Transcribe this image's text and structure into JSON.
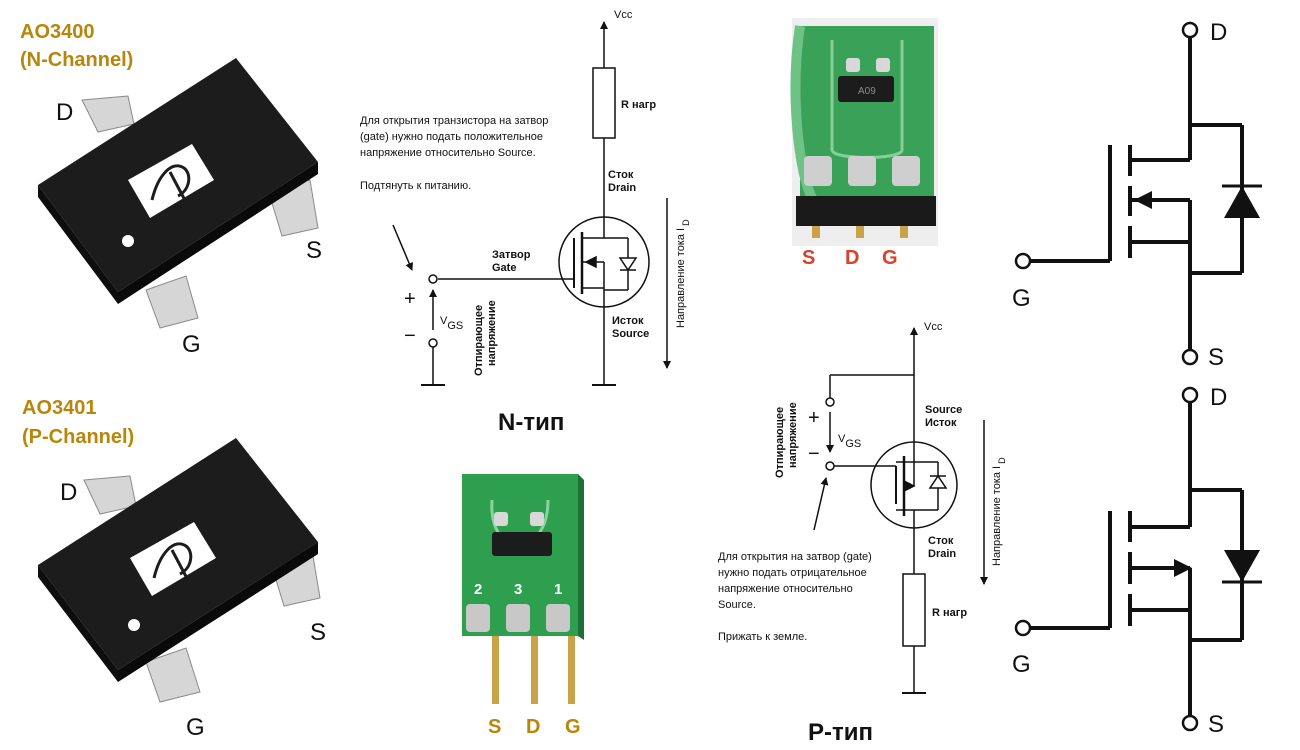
{
  "packages": {
    "n_title_line1": "AO3400",
    "n_title_line2": "(N-Channel)",
    "p_title_line1": "AO3401",
    "p_title_line2": "(P-Channel)",
    "pin_d": "D",
    "pin_s": "S",
    "pin_g": "G"
  },
  "n_circuit": {
    "vcc": "Vcc",
    "resistor": "R нагр",
    "note_line1": "Для открытия транзистора на затвор",
    "note_line2": "(gate) нужно подать положительное",
    "note_line3": "напряжение относительно Source.",
    "note_line4": "Подтянуть к питанию.",
    "drain_ru": "Сток",
    "drain_en": "Drain",
    "gate_ru": "Затвор",
    "gate_en": "Gate",
    "source_ru": "Исток",
    "source_en": "Source",
    "current_dir": "Направление тока I",
    "current_sub": "D",
    "plus": "+",
    "minus": "−",
    "vgs": "V",
    "vgs_sub": "GS",
    "unlock_line1": "Отпирающее",
    "unlock_line2": "напряжение",
    "type_label": "N-тип"
  },
  "p_circuit": {
    "vcc": "Vcc",
    "source_en": "Source",
    "source_ru": "Исток",
    "drain_ru": "Сток",
    "drain_en": "Drain",
    "resistor": "R нагр",
    "current_dir": "Направление тока I",
    "current_sub": "D",
    "plus": "+",
    "minus": "−",
    "vgs": "V",
    "vgs_sub": "GS",
    "unlock_line1": "Отпирающее",
    "unlock_line2": "напряжение",
    "note_line1": "Для открытия на затвор (gate)",
    "note_line2": "нужно подать отрицательное",
    "note_line3": "напряжение относительно",
    "note_line4": "Source.",
    "note_line5": "Прижать к земле.",
    "type_label": "P-тип"
  },
  "boards": {
    "top_chip_mark": "A09",
    "top_s": "S",
    "top_d": "D",
    "top_g": "G",
    "bottom_num_2": "2",
    "bottom_num_3": "3",
    "bottom_num_1": "1",
    "bottom_s": "S",
    "bottom_d": "D",
    "bottom_g": "G"
  },
  "mosfet_symbols": {
    "d": "D",
    "g": "G",
    "s": "S"
  },
  "colors": {
    "title_orange": "#b8860b",
    "pin_red": "#d9402e",
    "pcb_green": "#2e9e4f",
    "chip_black": "#1c1c1c"
  }
}
